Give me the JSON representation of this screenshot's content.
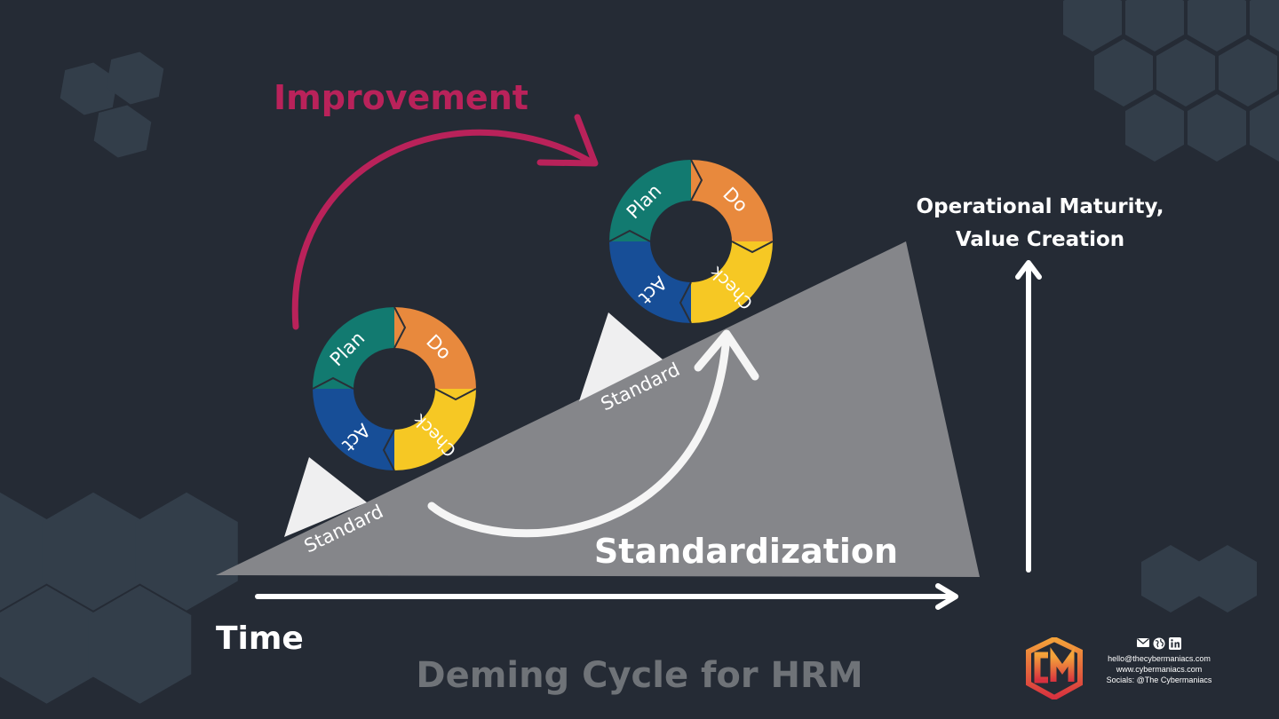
{
  "title": "Deming Cycle for HRM",
  "improvement_label": "Improvement",
  "standardization_label": "Standardization",
  "time_label": "Time",
  "y_axis_label_line1": "Operational Maturity,",
  "y_axis_label_line2": "Value Creation",
  "standard_label_lower": "Standard",
  "standard_label_upper": "Standard",
  "cycles": [
    {
      "plan": "Plan",
      "do": "Do",
      "check": "Check",
      "act": "Act"
    },
    {
      "plan": "Plan",
      "do": "Do",
      "check": "Check",
      "act": "Act"
    }
  ],
  "contact": {
    "email": "hello@thecybermaniacs.com",
    "website": "www.cybermaniacs.com",
    "socials": "Socials: @The Cybermaniacs",
    "icons": [
      "mail-icon",
      "globe-icon",
      "linkedin-icon"
    ]
  },
  "colors": {
    "background": "#252b35",
    "hexagon": "#333e4a",
    "ramp": "#85868a",
    "wedge": "#efeff0",
    "improvement": "#b9225a",
    "plan": "#127a70",
    "do": "#e8893d",
    "check": "#f6c824",
    "act": "#174e97",
    "title": "#6f7378",
    "white": "#ffffff"
  }
}
